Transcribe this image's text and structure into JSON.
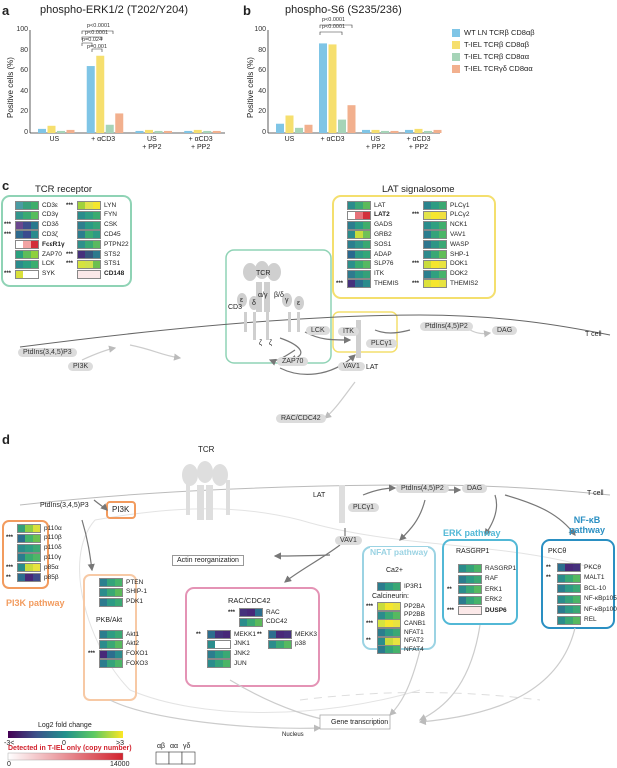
{
  "panel_a": {
    "label": "a",
    "title": "phospho-ERK1/2 (T202/Y204)",
    "ylabel": "Positive cells (%)",
    "yticks": [
      "100",
      "80",
      "60",
      "40",
      "20",
      "0"
    ],
    "pvals": [
      "p<0.0001",
      "p<0.0001",
      "p=0.024",
      "p=0.001"
    ],
    "xcats": [
      "US",
      "+ αCD3",
      "US\n+ PP2",
      "+ αCD3\n+ PP2"
    ]
  },
  "panel_b": {
    "label": "b",
    "title": "phospho-S6 (S235/236)",
    "ylabel": "Positive cells (%)",
    "yticks": [
      "100",
      "80",
      "60",
      "40",
      "20",
      "0"
    ],
    "pvals": [
      "p<0.0001",
      "p<0.0001"
    ],
    "xcats": [
      "US",
      "+ αCD3",
      "US\n+ PP2",
      "+ αCD3\n+ PP2"
    ]
  },
  "legend_ab": [
    {
      "label": "WT LN TCRβ CD8αβ",
      "color": "#7fc5e6"
    },
    {
      "label": "T-IEL TCRβ CD8αβ",
      "color": "#f6df6e"
    },
    {
      "label": "T-IEL TCRβ CD8αα",
      "color": "#a6d4b8"
    },
    {
      "label": "T-IEL TCRγδ CD8αα",
      "color": "#f2b08e"
    }
  ],
  "chart_data": [
    {
      "type": "bar",
      "title": "phospho-ERK1/2 (T202/Y204)",
      "ylabel": "Positive cells (%)",
      "ylim": [
        0,
        100
      ],
      "categories": [
        "US",
        "+ αCD3",
        "US + PP2",
        "+ αCD3 + PP2"
      ],
      "series": [
        {
          "name": "WT LN TCRβ CD8αβ",
          "values": [
            4,
            65,
            2,
            2
          ]
        },
        {
          "name": "T-IEL TCRβ CD8αβ",
          "values": [
            7,
            75,
            3,
            3
          ]
        },
        {
          "name": "T-IEL TCRβ CD8αα",
          "values": [
            2,
            8,
            2,
            2
          ]
        },
        {
          "name": "T-IEL TCRγδ CD8αα",
          "values": [
            3,
            19,
            2,
            2
          ]
        }
      ]
    },
    {
      "type": "bar",
      "title": "phospho-S6 (S235/236)",
      "ylabel": "Positive cells (%)",
      "ylim": [
        0,
        100
      ],
      "categories": [
        "US",
        "+ αCD3",
        "US + PP2",
        "+ αCD3 + PP2"
      ],
      "series": [
        {
          "name": "WT LN TCRβ CD8αβ",
          "values": [
            9,
            87,
            3,
            3
          ]
        },
        {
          "name": "T-IEL TCRβ CD8αβ",
          "values": [
            17,
            86,
            3,
            4
          ]
        },
        {
          "name": "T-IEL TCRβ CD8αα",
          "values": [
            5,
            13,
            2,
            2
          ]
        },
        {
          "name": "T-IEL TCRγδ CD8αα",
          "values": [
            8,
            27,
            2,
            3
          ]
        }
      ]
    }
  ],
  "panel_c": {
    "label": "c",
    "tcr_title": "TCR receptor",
    "lat_title": "LAT signalosome",
    "tcr_genes_left": [
      {
        "name": "CD3ε",
        "stars": "",
        "c": [
          "#4a9ca3",
          "#39a07c",
          "#3fae6a"
        ]
      },
      {
        "name": "CD3γ",
        "stars": "",
        "c": [
          "#33968c",
          "#3aaa72",
          "#57bd5c"
        ]
      },
      {
        "name": "CD3δ",
        "stars": "***",
        "c": [
          "#6a478e",
          "#3c4d8c",
          "#28798d"
        ]
      },
      {
        "name": "CD3ζ",
        "stars": "***",
        "c": [
          "#2e6a8e",
          "#3a4b8e",
          "#2b8b8c"
        ]
      },
      {
        "name": "FcεR1γ",
        "stars": "",
        "c": [
          "#ffffff",
          "#f1a3a3",
          "#d2303b"
        ],
        "bold": true
      },
      {
        "name": "ZAP70",
        "stars": "",
        "c": [
          "#2aa07e",
          "#5ebd5a",
          "#8ed03f"
        ]
      },
      {
        "name": "LCK",
        "stars": "",
        "c": [
          "#2a8c8c",
          "#2b9f81",
          "#3bae6f"
        ]
      },
      {
        "name": "SYK",
        "stars": "***",
        "c": [
          "#d9e03a",
          "#ffffff",
          "#ffffff"
        ]
      }
    ],
    "tcr_genes_right": [
      {
        "name": "LYN",
        "stars": "***",
        "c": [
          "#a0d23c",
          "#e2e34a",
          "#f5e62e"
        ]
      },
      {
        "name": "FYN",
        "stars": "",
        "c": [
          "#2a8c8c",
          "#2e9d84",
          "#3aab70"
        ]
      },
      {
        "name": "CSK",
        "stars": "",
        "c": [
          "#2e7f8e",
          "#2a9a85",
          "#35a478"
        ]
      },
      {
        "name": "CD45",
        "stars": "",
        "c": [
          "#2b7e8e",
          "#3aaa72",
          "#2e9a84"
        ]
      },
      {
        "name": "PTPN22",
        "stars": "",
        "c": [
          "#2f8f8b",
          "#39a874",
          "#5ab95f"
        ]
      },
      {
        "name": "STS2",
        "stars": "***",
        "c": [
          "#45317c",
          "#35567e",
          "#2c7a8d"
        ]
      },
      {
        "name": "STS1",
        "stars": "***",
        "c": [
          "#d5e33f",
          "#cfe04d",
          "#6cc04f"
        ]
      },
      {
        "name": "CD148",
        "stars": "",
        "c": [
          "#fbe8e8",
          "#fbe8e8",
          "#fbe8e8"
        ],
        "bold": true
      }
    ],
    "lat_genes_left": [
      {
        "name": "LAT",
        "stars": "",
        "c": [
          "#2b8c8c",
          "#3aa775",
          "#5cba5a"
        ]
      },
      {
        "name": "LAT2",
        "stars": "",
        "c": [
          "#ffffff",
          "#e6727a",
          "#d2303b"
        ],
        "bold": true
      },
      {
        "name": "GADS",
        "stars": "",
        "c": [
          "#2b7d8e",
          "#2a9a85",
          "#40ad6a"
        ]
      },
      {
        "name": "GRB2",
        "stars": "",
        "c": [
          "#2b8c8c",
          "#c6dc3d",
          "#6fc156"
        ]
      },
      {
        "name": "SOS1",
        "stars": "",
        "c": [
          "#2b7f8e",
          "#30958a",
          "#3aa872"
        ]
      },
      {
        "name": "ADAP",
        "stars": "",
        "c": [
          "#28698e",
          "#2d9a85",
          "#34a679"
        ]
      },
      {
        "name": "SLP76",
        "stars": "",
        "c": [
          "#2c8f8b",
          "#3aab70",
          "#55b962"
        ]
      },
      {
        "name": "ITK",
        "stars": "",
        "c": [
          "#2e7a8e",
          "#2b9686",
          "#35a079"
        ]
      },
      {
        "name": "THEMIS",
        "stars": "***",
        "c": [
          "#45317c",
          "#2c6e8e",
          "#2b8c8c"
        ]
      }
    ],
    "lat_genes_right": [
      {
        "name": "PLCγ1",
        "stars": "",
        "c": [
          "#2b848d",
          "#2d9c83",
          "#3aa872"
        ]
      },
      {
        "name": "PLCγ2",
        "stars": "***",
        "c": [
          "#e2e34a",
          "#f5e62e",
          "#f0e040"
        ]
      },
      {
        "name": "NCK1",
        "stars": "",
        "c": [
          "#2a8c8c",
          "#2fa081",
          "#3fae6c"
        ]
      },
      {
        "name": "VAV1",
        "stars": "",
        "c": [
          "#2b7d8e",
          "#35a37a",
          "#4bb567"
        ]
      },
      {
        "name": "WASP",
        "stars": "",
        "c": [
          "#2e768e",
          "#2d9585",
          "#3aa874"
        ]
      },
      {
        "name": "SHP-1",
        "stars": "",
        "c": [
          "#2e8a8c",
          "#3aa874",
          "#61bd58"
        ]
      },
      {
        "name": "DOK1",
        "stars": "***",
        "c": [
          "#c9dc3c",
          "#f5e62e",
          "#e8e340"
        ]
      },
      {
        "name": "DOK2",
        "stars": "",
        "c": [
          "#2b7f8e",
          "#31a07f",
          "#47b36a"
        ]
      },
      {
        "name": "THEMIS2",
        "stars": "***",
        "c": [
          "#dce13a",
          "#f5e62e",
          "#e8e340"
        ]
      }
    ],
    "nodes": {
      "tcr": "TCR",
      "cd3": "CD3",
      "ab": "α/γ",
      "bd": "β/δ",
      "e1": "ε",
      "d": "δ",
      "g": "γ",
      "e2": "ε",
      "z1": "ζ",
      "z2": "ζ",
      "lck": "LCK",
      "zap70": "ZAP70",
      "itk": "ITK",
      "plcg1": "PLCγ1",
      "vav1": "VAV1",
      "lat": "LAT",
      "pi345": "PtdIns(3,4,5)P3",
      "pi3k": "PI3K",
      "pi45": "PtdIns(4,5)P2",
      "dag": "DAG",
      "rac": "RAC/CDC42",
      "tcell": "T cell"
    }
  },
  "panel_d": {
    "label": "d",
    "nodes": {
      "tcr": "TCR",
      "pi345": "PtdIns(3,4,5)P3",
      "lat": "LAT",
      "plcg1": "PLCγ1",
      "pi45": "PtdIns(4,5)P2",
      "dag": "DAG",
      "tcell": "T cell",
      "pi3k": "PI3K",
      "actin": "Actin reorganization",
      "vav1": "VAV1",
      "ca": "Ca2+",
      "calcineurin": "Calcineurin:",
      "gene_tx": "Gene transcription",
      "nucleus": "Nucleus"
    },
    "pathway_titles": {
      "pi3k": "PI3K pathway",
      "erk": "ERK pathway",
      "nfat": "NFAT pathway",
      "nfkb": "NF-κB pathway"
    },
    "pi3k_genes": [
      {
        "name": "p110α",
        "stars": "",
        "c": [
          "#35a079",
          "#8fcf44",
          "#d9e03a"
        ]
      },
      {
        "name": "p110β",
        "stars": "***",
        "c": [
          "#2c6e8e",
          "#44b46a",
          "#6cc04f"
        ]
      },
      {
        "name": "p110δ",
        "stars": "",
        "c": [
          "#2b8c8c",
          "#2d9c83",
          "#3aa874"
        ]
      },
      {
        "name": "p110γ",
        "stars": "",
        "c": [
          "#2b7d8e",
          "#3aab70",
          "#4eb666"
        ]
      },
      {
        "name": "p85α",
        "stars": "***",
        "c": [
          "#2a8c8c",
          "#c9dc3c",
          "#e8e340"
        ]
      },
      {
        "name": "p85β",
        "stars": "**",
        "c": [
          "#2c6e8e",
          "#482878",
          "#3e4a89"
        ]
      }
    ],
    "pkb_title": "PKB/Akt",
    "pkb_genes_top": [
      {
        "name": "PTEN",
        "stars": "",
        "c": [
          "#2b7f8e",
          "#35a37a",
          "#46b36b"
        ]
      },
      {
        "name": "SHIP-1",
        "stars": "",
        "c": [
          "#2b8c8c",
          "#3aa874",
          "#5bb95b"
        ]
      },
      {
        "name": "PDK1",
        "stars": "",
        "c": [
          "#2c7a8e",
          "#2d9a85",
          "#3aa874"
        ]
      }
    ],
    "pkb_genes_bot": [
      {
        "name": "Akt1",
        "stars": "",
        "c": [
          "#2b7d8e",
          "#2e9c83",
          "#3aa874"
        ]
      },
      {
        "name": "Akt2",
        "stars": "",
        "c": [
          "#2b8c8c",
          "#3aa874",
          "#56b960"
        ]
      },
      {
        "name": "FOXO1",
        "stars": "***",
        "c": [
          "#482878",
          "#2c6e8e",
          "#2b8c8c"
        ]
      },
      {
        "name": "FOXO3",
        "stars": "",
        "c": [
          "#2b7d8e",
          "#35a37a",
          "#4bb567"
        ]
      }
    ],
    "rac_title": "RAC/CDC42",
    "rac_genes": [
      {
        "name": "RAC",
        "stars": "***",
        "c": [
          "#45317c",
          "#482878",
          "#2c6e8e"
        ]
      },
      {
        "name": "CDC42",
        "stars": "",
        "c": [
          "#2b8c8c",
          "#3aa874",
          "#5bb95b"
        ]
      }
    ],
    "rac_genes_left": [
      {
        "name": "MEKK1",
        "stars": "**",
        "c": [
          "#2c6e8e",
          "#45317c",
          "#482878"
        ]
      },
      {
        "name": "JNK1",
        "stars": "",
        "c": [
          "#2b8c8c",
          "#ffffff",
          "#ffffff"
        ]
      },
      {
        "name": "JNK2",
        "stars": "",
        "c": [
          "#2b7d8e",
          "#2d9a85",
          "#3aa874"
        ]
      },
      {
        "name": "JUN",
        "stars": "",
        "c": [
          "#2b8c8c",
          "#35a37a",
          "#4bb567"
        ]
      }
    ],
    "rac_genes_right": [
      {
        "name": "MEKK3",
        "stars": "**",
        "c": [
          "#2c6e8e",
          "#482878",
          "#45317c"
        ]
      },
      {
        "name": "p38",
        "stars": "",
        "c": [
          "#2b8c8c",
          "#3aa874",
          "#56b960"
        ]
      }
    ],
    "nfat_genes_top": [
      {
        "name": "IP3R1",
        "stars": "",
        "c": [
          "#2b7d8e",
          "#2d9a85",
          "#3aa874"
        ]
      }
    ],
    "nfat_genes_mid": [
      {
        "name": "PP2BA",
        "stars": "***",
        "c": [
          "#c9dc3c",
          "#f5e62e",
          "#e8e340"
        ]
      },
      {
        "name": "PP2BB",
        "stars": "",
        "c": [
          "#2b8c8c",
          "#3aa874",
          "#56b960"
        ]
      },
      {
        "name": "CANB1",
        "stars": "***",
        "c": [
          "#d5e33f",
          "#f5e62e",
          "#e8e340"
        ]
      }
    ],
    "nfat_genes_bot": [
      {
        "name": "NFAT1",
        "stars": "",
        "c": [
          "#2b7d8e",
          "#2d9a85",
          "#3aa874"
        ]
      },
      {
        "name": "NFAT2",
        "stars": "**",
        "c": [
          "#2b8c8c",
          "#c9dc3c",
          "#e8e340"
        ]
      },
      {
        "name": "NFAT4",
        "stars": "",
        "c": [
          "#2c7a8e",
          "#35a37a",
          "#46b36b"
        ]
      }
    ],
    "erk_title": "RASGRP1",
    "erk_genes": [
      {
        "name": "RASGRP1",
        "stars": "",
        "c": [
          "#2b8c8c",
          "#35a37a",
          "#4bb567"
        ]
      },
      {
        "name": "RAF",
        "stars": "",
        "c": [
          "#2b7d8e",
          "#2d9a85",
          "#3aa874"
        ]
      },
      {
        "name": "ERK1",
        "stars": "**",
        "c": [
          "#2b8c8c",
          "#3aa874",
          "#56b960"
        ]
      },
      {
        "name": "ERK2",
        "stars": "",
        "c": [
          "#2c7a8e",
          "#35a37a",
          "#46b36b"
        ]
      },
      {
        "name": "DUSP6",
        "stars": "***",
        "c": [
          "#fbe8e8",
          "#fbe8e8",
          "#fbe8e8"
        ],
        "bold": true
      }
    ],
    "nfkb_title": "PKCθ",
    "nfkb_genes": [
      {
        "name": "PKCθ",
        "stars": "**",
        "c": [
          "#2c6e8e",
          "#482878",
          "#45317c"
        ]
      },
      {
        "name": "MALT1",
        "stars": "**",
        "c": [
          "#2b8c8c",
          "#3aa874",
          "#56b960"
        ]
      },
      {
        "name": "BCL-10",
        "stars": "",
        "c": [
          "#2b7d8e",
          "#2d9a85",
          "#3aa874"
        ]
      },
      {
        "name": "NF-κBp105",
        "stars": "",
        "c": [
          "#2b8c8c",
          "#35a37a",
          "#4bb567"
        ]
      },
      {
        "name": "NF-κBp100",
        "stars": "",
        "c": [
          "#2c7a8e",
          "#2d9a85",
          "#3aa874"
        ]
      },
      {
        "name": "REL",
        "stars": "",
        "c": [
          "#2b8c8c",
          "#3aa874",
          "#56b960"
        ]
      }
    ]
  },
  "legend_bottom": {
    "log2_title": "Log2 fold change",
    "log2_ticks": [
      "-3<",
      "0",
      ">3"
    ],
    "copy_title": "Detected in T-IEL only (copy number)",
    "copy_ticks": [
      "0",
      "14000"
    ],
    "col_labels": [
      "αβ",
      "αα",
      "γδ"
    ]
  }
}
